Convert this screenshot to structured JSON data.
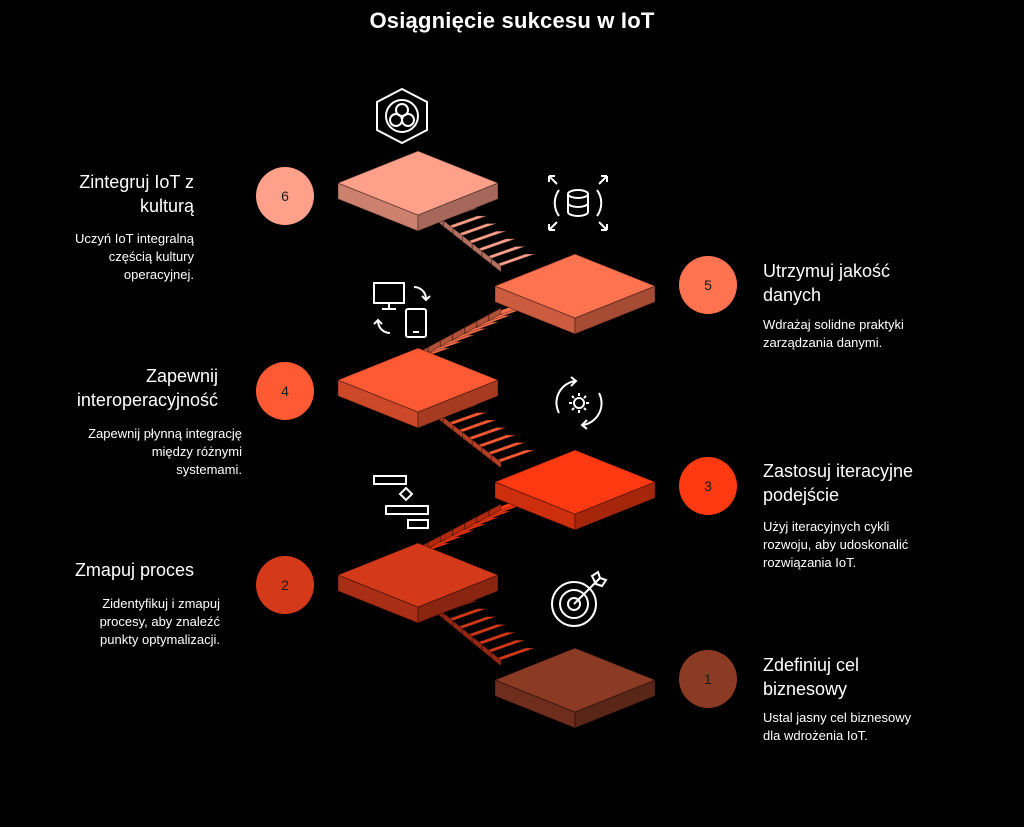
{
  "title": "Osiągnięcie sukcesu w IoT",
  "steps": [
    {
      "number": "1",
      "title_lines": [
        "Zdefiniuj cel",
        "biznesowy"
      ],
      "desc_lines": [
        "Ustal jasny cel biznesowy",
        "dla wdrożenia IoT."
      ],
      "color": "#8B3A24",
      "icon": "target-icon"
    },
    {
      "number": "2",
      "title_lines": [
        "Zmapuj proces"
      ],
      "desc_lines": [
        "Zidentyfikuj i zmapuj",
        "procesy, aby znaleźć",
        "punkty optymalizacji."
      ],
      "color": "#D4391A",
      "icon": "process-map-icon"
    },
    {
      "number": "3",
      "title_lines": [
        "Zastosuj iteracyjne",
        "podejście"
      ],
      "desc_lines": [
        "Użyj iteracyjnych cykli",
        "rozwoju, aby udoskonalić",
        "rozwiązania IoT."
      ],
      "color": "#FF3A12",
      "icon": "iteration-gear-icon"
    },
    {
      "number": "4",
      "title_lines": [
        "Zapewnij",
        "interoperacyjność"
      ],
      "desc_lines": [
        "Zapewnij płynną integrację",
        "między różnymi",
        "systemami."
      ],
      "color": "#FF5A33",
      "icon": "devices-sync-icon"
    },
    {
      "number": "5",
      "title_lines": [
        "Utrzymuj jakość",
        "danych"
      ],
      "desc_lines": [
        "Wdrażaj solidne praktyki",
        "zarządzania danymi."
      ],
      "color": "#FF7350",
      "icon": "database-icon"
    },
    {
      "number": "6",
      "title_lines": [
        "Zintegruj IoT z",
        "kulturą"
      ],
      "desc_lines": [
        "Uczyń IoT integralną",
        "częścią kultury",
        "operacyjnej."
      ],
      "color": "#FFA08A",
      "icon": "culture-hexagon-icon"
    }
  ]
}
